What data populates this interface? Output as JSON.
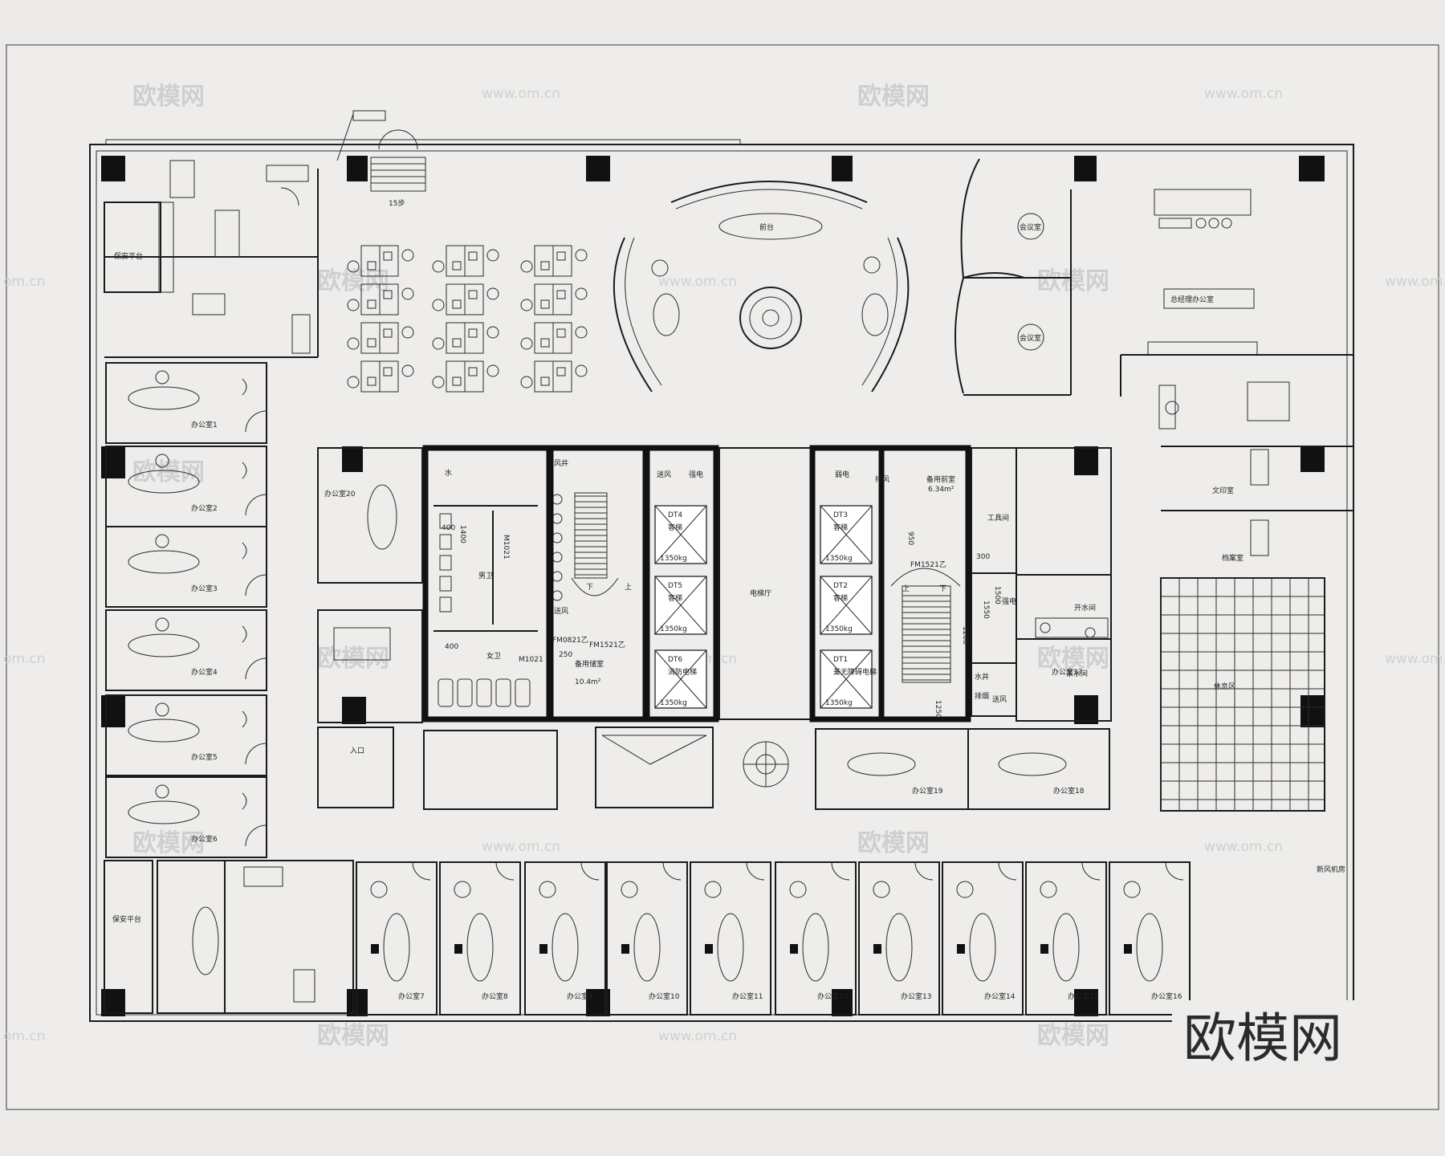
{
  "watermark": {
    "text": "欧模网",
    "url": "www.om.cn",
    "url_edge": "om.cn"
  },
  "brand_logo": "欧模网",
  "stair_label": "15步",
  "labels": {
    "security_top": "保安平台",
    "security_bottom": "保安平台",
    "reception": "前台",
    "public_hall": "电梯厅",
    "reserved_room": "备用储室",
    "reserved_area": "10.4m²",
    "reserved_room_2": "备用",
    "reserved_area_2": "6.34m²",
    "tool_room": "工具间",
    "tea_room": "茶水间",
    "archive_room": "档案室",
    "copy_room": "文印室",
    "pantry": "开水间",
    "lounge": "休息区",
    "entrance": "入口",
    "office_reception": "总经理办公室",
    "meeting": "会议室",
    "stair_down": "下",
    "stair_up": "上",
    "stair_down_2": "下",
    "stair_up_2": "上"
  },
  "doors": [
    "FM1521乙",
    "FM1521乙",
    "M1021",
    "M1021",
    "FM0821乙"
  ],
  "dims": [
    "400",
    "400",
    "250",
    "300",
    "1500",
    "1200",
    "1550",
    "1250",
    "950",
    "1400"
  ],
  "elevators": [
    {
      "id": "DT4",
      "type": "客梯",
      "load": "1350kg"
    },
    {
      "id": "DT5",
      "type": "客梯",
      "load": "1350kg"
    },
    {
      "id": "DT6",
      "type": "消防电梯",
      "load": "1350kg"
    },
    {
      "id": "DT3",
      "type": "客梯",
      "load": "1350kg"
    },
    {
      "id": "DT2",
      "type": "客梯",
      "load": "1350kg"
    },
    {
      "id": "DT1",
      "type": "兼无障碍电梯",
      "load": "1350kg"
    }
  ],
  "small_labels": [
    "送风",
    "强电",
    "弱电",
    "送风",
    "风井",
    "水",
    "排风",
    "送风",
    "排烟",
    "水井",
    "男卫",
    "女卫",
    "前室",
    "新风机房"
  ],
  "offices_left": [
    "办公室1",
    "办公室2",
    "办公室3",
    "办公室4",
    "办公室5",
    "办公室6"
  ],
  "offices_bottom": [
    "办公室7",
    "办公室8",
    "办公室9",
    "办公室10",
    "办公室11",
    "办公室12",
    "办公室13",
    "办公室14",
    "办公室15",
    "办公室16"
  ],
  "offices_inner": [
    "办公室20",
    "办公室19",
    "办公室18",
    "办公室17"
  ]
}
